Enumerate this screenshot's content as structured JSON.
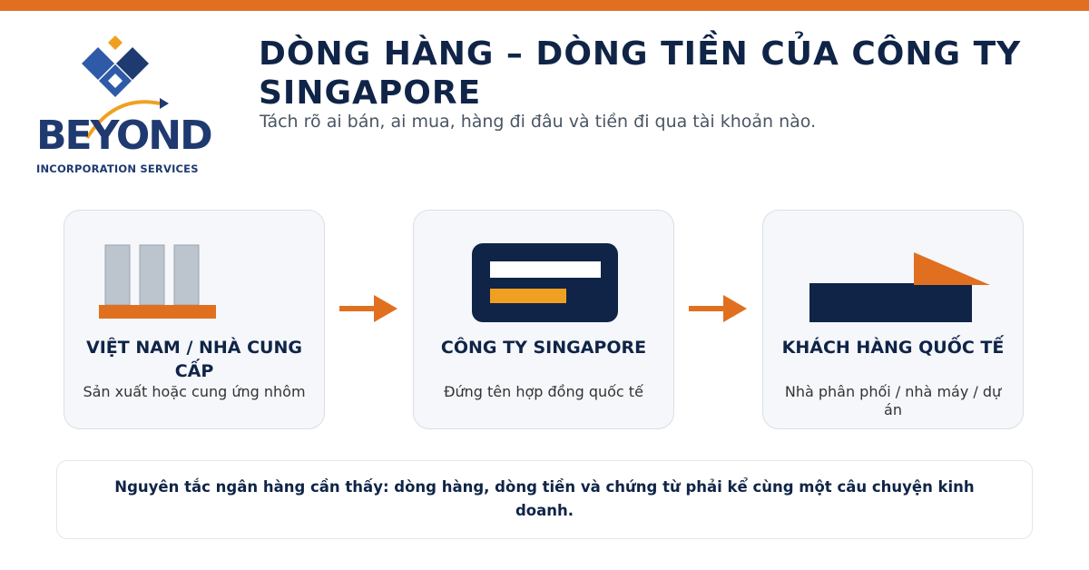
{
  "colors": {
    "accent": "#E07020",
    "navy": "#0F2447",
    "yellow": "#F0A020",
    "card_bg": "#F5F7FA"
  },
  "logo": {
    "word": "BEYOND",
    "sub": "INCORPORATION SERVICES"
  },
  "header": {
    "title": "DÒNG HÀNG – DÒNG TIỀN CỦA CÔNG TY SINGAPORE",
    "subtitle": "Tách rõ ai bán, ai mua, hàng đi đâu và tiền đi qua tài khoản nào."
  },
  "flow": [
    {
      "title": "VIỆT NAM / NHÀ CUNG CẤP",
      "desc": "Sản xuất hoặc cung ứng nhôm",
      "icon": "aluminum-stack-icon"
    },
    {
      "title": "CÔNG TY SINGAPORE",
      "desc": "Đứng tên hợp đồng quốc tế",
      "icon": "bank-card-icon"
    },
    {
      "title": "KHÁCH HÀNG QUỐC TẾ",
      "desc": "Nhà phân phối / nhà máy / dự án",
      "icon": "shipping-icon"
    }
  ],
  "note": {
    "text": "Nguyên tắc ngân hàng cần thấy: dòng hàng, dòng tiền và chứng từ phải kể cùng một câu chuyện kinh doanh."
  }
}
